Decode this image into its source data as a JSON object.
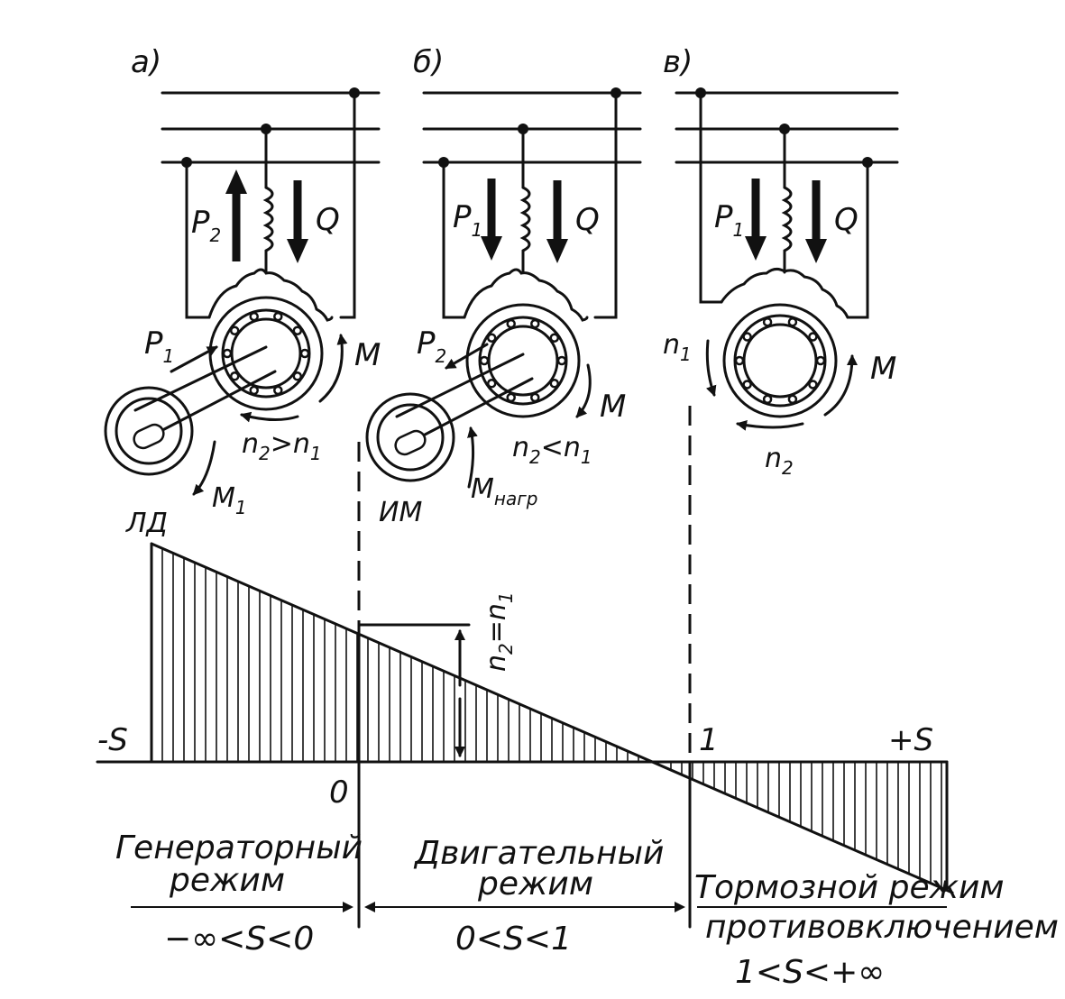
{
  "panels": {
    "a": {
      "letter": "а)",
      "p_label": "P",
      "p_sub": "2",
      "q_label": "Q",
      "p1_label": "P",
      "p1_sub": "1",
      "m_label": "M",
      "n_label": "n",
      "n_sub_a": "2",
      "n_rel": ">n",
      "n_sub_b": "1",
      "m1_label": "M",
      "m1_sub": "1",
      "machine_label": "ЛД"
    },
    "b": {
      "letter": "б)",
      "p_label": "P",
      "p_sub": "1",
      "q_label": "Q",
      "p2_label": "P",
      "p2_sub": "2",
      "m_label": "M",
      "n_label": "n",
      "n_sub_a": "2",
      "n_rel": "<n",
      "n_sub_b": "1",
      "load_label": "M",
      "load_sub": "нагр",
      "machine_label": "ИМ"
    },
    "c": {
      "letter": "в)",
      "p_label": "P",
      "p_sub": "1",
      "q_label": "Q",
      "n1_label": "n",
      "n1_sub": "1",
      "m_label": "M",
      "n2_label": "n",
      "n2_sub": "2"
    }
  },
  "axis": {
    "minus_s": "-S",
    "plus_s": "+S",
    "zero": "0",
    "one": "1",
    "sync_label": "n",
    "sync_sub_a": "2",
    "sync_eq": "=n",
    "sync_sub_b": "1"
  },
  "modes": {
    "generator": {
      "line1": "Генераторный",
      "line2": "режим",
      "range": "−∞<S<0"
    },
    "motor": {
      "line1": "Двигательный",
      "line2": "режим",
      "range": "0<S<1"
    },
    "brake": {
      "line1": "Тормозной режим",
      "line2": "противовключением",
      "range": "1<S<+∞"
    }
  }
}
